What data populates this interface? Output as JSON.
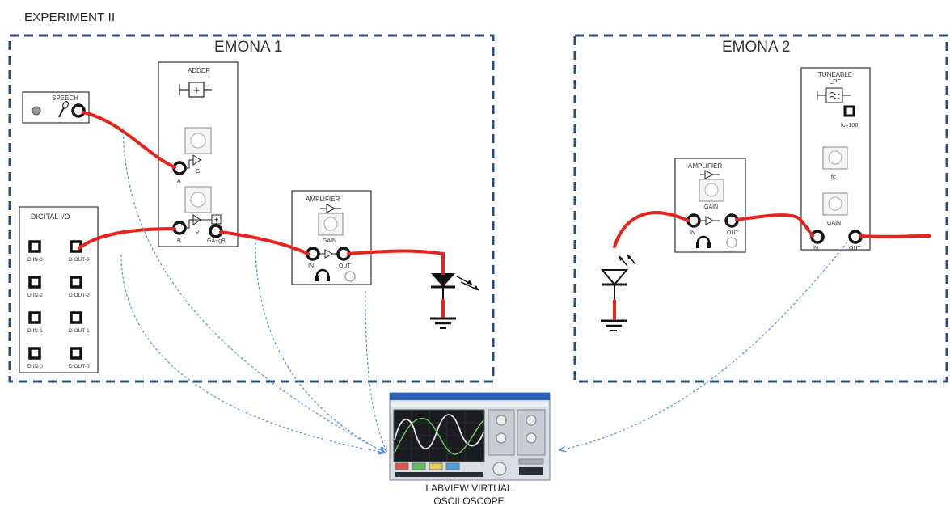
{
  "experiment_title": "EXPERIMENT II",
  "emona1": {
    "title": "EMONA 1",
    "speech": {
      "label": "SPEECH"
    },
    "adder": {
      "label": "ADDER",
      "plus": "+",
      "input_a": "A",
      "input_b": "B",
      "gain_g": "G",
      "gain_g2": "g",
      "output": "GA+gB"
    },
    "digital_io": {
      "label": "DIGITAL I/O",
      "rows": [
        {
          "in": "D IN-3",
          "out": "D OUT-3"
        },
        {
          "in": "D IN-2",
          "out": "D OUT-2"
        },
        {
          "in": "D IN-1",
          "out": "D OUT-1"
        },
        {
          "in": "D IN-0",
          "out": "D OUT-0"
        }
      ]
    },
    "amplifier": {
      "label": "AMPLIFIER",
      "gain": "GAIN",
      "in": "IN",
      "out": "OUT"
    }
  },
  "emona2": {
    "title": "EMONA 2",
    "amplifier": {
      "label": "AMPLIFIER",
      "gain": "GAIN",
      "in": "IN",
      "out": "OUT"
    },
    "lpf": {
      "label_line1": "TUNEABLE",
      "label_line2": "LPF",
      "fc100": "fc×100",
      "fc": "fc",
      "gain": "GAIN",
      "in": "IN",
      "out": "OUT"
    }
  },
  "oscilloscope": {
    "caption_line1": "LABVIEW VIRTUAL",
    "caption_line2": "OSCILOSCOPE"
  },
  "colors": {
    "wire": "#e8231c",
    "dashed_border": "#2b4d7c",
    "probe": "#5a8fd8",
    "panel_border": "#333333"
  }
}
